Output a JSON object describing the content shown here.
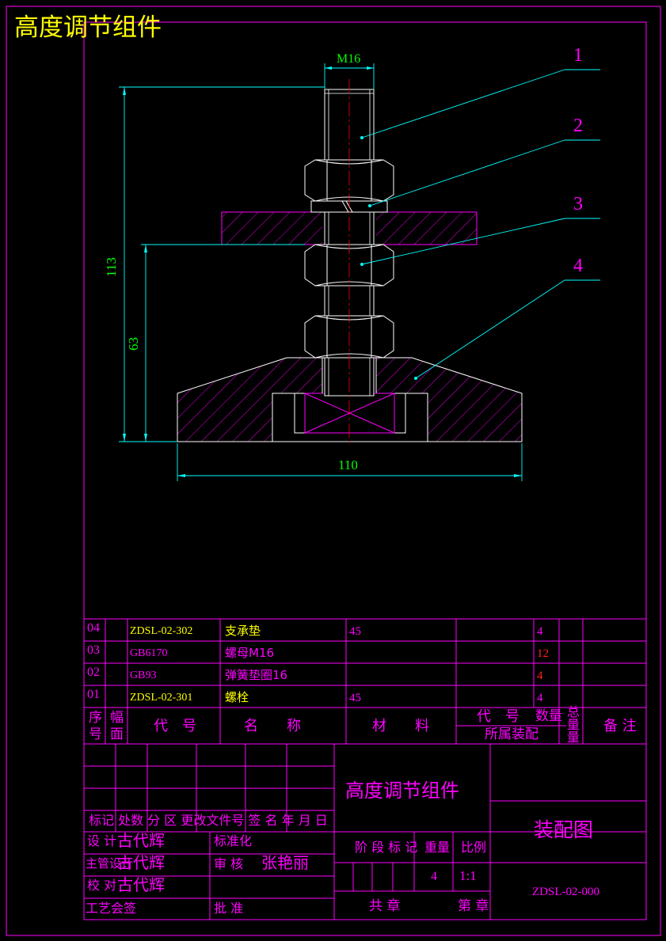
{
  "drawing_title": "高度调节组件",
  "dimensions": {
    "thread": "M16",
    "total_height": "113",
    "plate_height": "63",
    "base_width": "110"
  },
  "balloons": [
    "1",
    "2",
    "3",
    "4"
  ],
  "parts": [
    {
      "no": "04",
      "code": "ZDSL-02-302",
      "name": "支承垫",
      "material": "45",
      "qty": "4"
    },
    {
      "no": "03",
      "code": "GB6170",
      "name": "螺母M16",
      "material": "",
      "qty": "12"
    },
    {
      "no": "02",
      "code": "GB93",
      "name": "弹簧垫圈16",
      "material": "",
      "qty": "4"
    },
    {
      "no": "01",
      "code": "ZDSL-02-301",
      "name": "螺栓",
      "material": "45",
      "qty": "4"
    }
  ],
  "parts_header": {
    "seq_a": "序",
    "seq_b": "号",
    "sheet_a": "幅",
    "sheet_b": "面",
    "code": "代　号",
    "name": "名　　称",
    "material": "材　　料",
    "assy_code": "代　号",
    "assy_label": "所属装配",
    "qty": "数量",
    "total_a": "总",
    "total_b": "量",
    "total_c": "量",
    "remark": "备 注"
  },
  "title_block": {
    "name": "高度调节组件",
    "drawing_type": "装配图",
    "drawing_no": "ZDSL-02-000",
    "revision_row": "标记 处数 分  区 更改文件号 签 名 年 月 日",
    "design_label": "设  计",
    "design_person": "古代辉",
    "standard_label": "标准化",
    "chief_label": "主管设计",
    "chief_person": "古代辉",
    "review_label": "审  核",
    "review_person": "张艳丽",
    "check_label": "校  对",
    "check_person": "古代辉",
    "process_label": "工艺会签",
    "approve_label": "批  准",
    "stage_header": "阶 段 标 记",
    "weight_header": "重量",
    "scale_header": "比例",
    "quantity_value": "4",
    "scale_value": "1:1",
    "total_sheets": "共   章",
    "sheet_no": "第   章"
  },
  "colors": {
    "border": "#ff00ff",
    "outline": "#ffffff",
    "dimension": "#00ffff",
    "dimension_text": "#00ff00",
    "centerline": "#ff0000",
    "title_text": "#ffff00"
  }
}
